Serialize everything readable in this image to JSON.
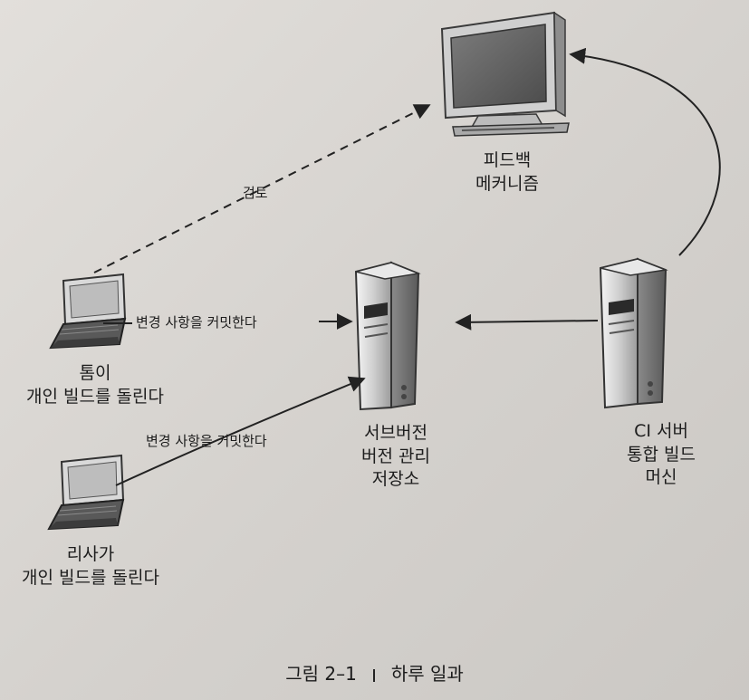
{
  "nodes": {
    "monitor": {
      "line1": "피드백",
      "line2": "메커니즘"
    },
    "tom": {
      "line1": "톰이",
      "line2": "개인 빌드를 돌린다"
    },
    "lisa": {
      "line1": "리사가",
      "line2": "개인 빌드를 돌린다"
    },
    "svn": {
      "line1": "서브버전",
      "line2": "버전 관리",
      "line3": "저장소"
    },
    "ci": {
      "line1": "CI 서버",
      "line2": "통합 빌드",
      "line3": "머신"
    }
  },
  "edges": {
    "review": "검토",
    "tom_commit": "변경 사항을 커밋한다",
    "lisa_commit": "변경 사항을 커밋한다"
  },
  "caption": {
    "figure": "그림 2–1",
    "title": "하루 일과"
  }
}
